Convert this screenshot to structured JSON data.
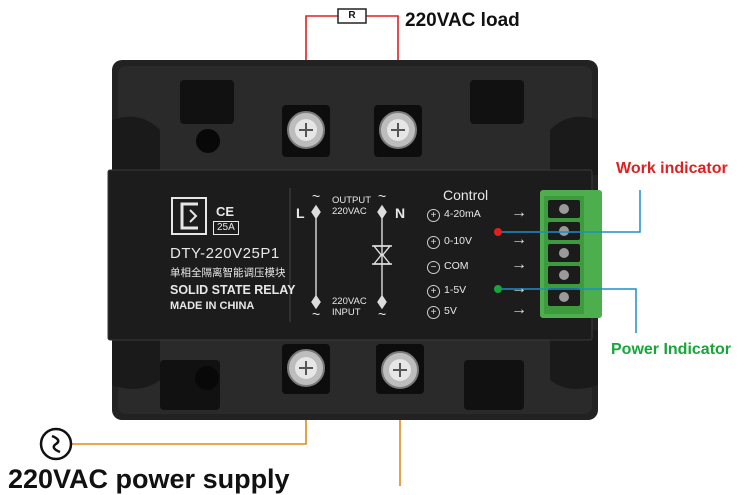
{
  "labels": {
    "load": "220VAC load",
    "work_indicator": "Work indicator",
    "power_indicator": "Power Indicator",
    "power_supply": "220VAC power supply",
    "resistor": "R"
  },
  "device": {
    "model": "DTY-220V25P1",
    "chinese_text": "单相全隔离智能调压模块",
    "type": "SOLID STATE RELAY",
    "origin": "MADE IN CHINA",
    "ce_mark": "CE",
    "current_rating": "25A",
    "output_label_1": "OUTPUT",
    "output_label_2": "220VAC",
    "input_label_1": "220VAC",
    "input_label_2": "INPUT",
    "terminal_l": "L",
    "terminal_n": "N",
    "control_title": "Control",
    "control_items": [
      {
        "sign": "+",
        "label": "4-20mA"
      },
      {
        "sign": "+",
        "label": "0-10V"
      },
      {
        "sign": "−",
        "label": "COM"
      },
      {
        "sign": "+",
        "label": "1-5V"
      },
      {
        "sign": "+",
        "label": "5V"
      }
    ],
    "ac_symbol": "~",
    "arrow": "→"
  },
  "colors": {
    "work_indicator": "#e02020",
    "power_indicator": "#17a63a",
    "load_wire": "#e02020",
    "supply_wire": "#e08a1a",
    "indicator_line": "#1a8fc8",
    "terminal_block": "#4cae4c",
    "housing": "#1c1c1c"
  }
}
